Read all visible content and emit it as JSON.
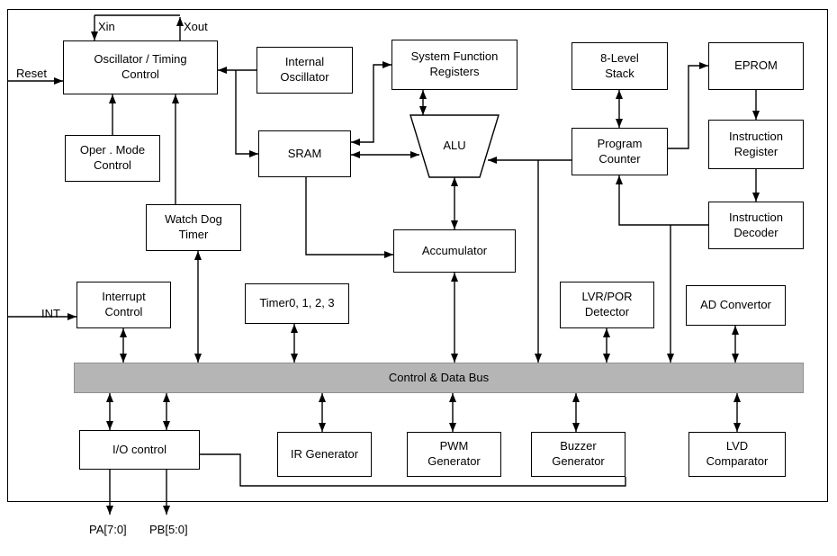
{
  "diagram": {
    "blocks": {
      "oscillator": "Oscillator / Timing\nControl",
      "internal_oscillator": "Internal\nOscillator",
      "system_function_registers": "System Function\nRegisters",
      "stack": "8-Level\nStack",
      "eprom": "EPROM",
      "oper_mode_control": "Oper . Mode\nControl",
      "sram": "SRAM",
      "alu": "ALU",
      "program_counter": "Program\nCounter",
      "instruction_register": "Instruction\nRegister",
      "watch_dog_timer": "Watch Dog\nTimer",
      "accumulator": "Accumulator",
      "instruction_decoder": "Instruction\nDecoder",
      "interrupt_control": "Interrupt\nControl",
      "timers": "Timer0, 1, 2, 3",
      "lvr_por_detector": "LVR/POR\nDetector",
      "ad_convertor": "AD Convertor",
      "bus": "Control & Data Bus",
      "io_control": "I/O control",
      "ir_generator": "IR Generator",
      "pwm_generator": "PWM\nGenerator",
      "buzzer_generator": "Buzzer\nGenerator",
      "lvd_comparator": "LVD\nComparator"
    },
    "pins": {
      "xin": "Xin",
      "xout": "Xout",
      "reset": "Reset",
      "int": "INT",
      "pa": "PA[7:0]",
      "pb": "PB[5:0]"
    },
    "colors": {
      "line": "#000000",
      "box_fill": "#ffffff",
      "bus_fill": "#b5b5b5"
    }
  }
}
